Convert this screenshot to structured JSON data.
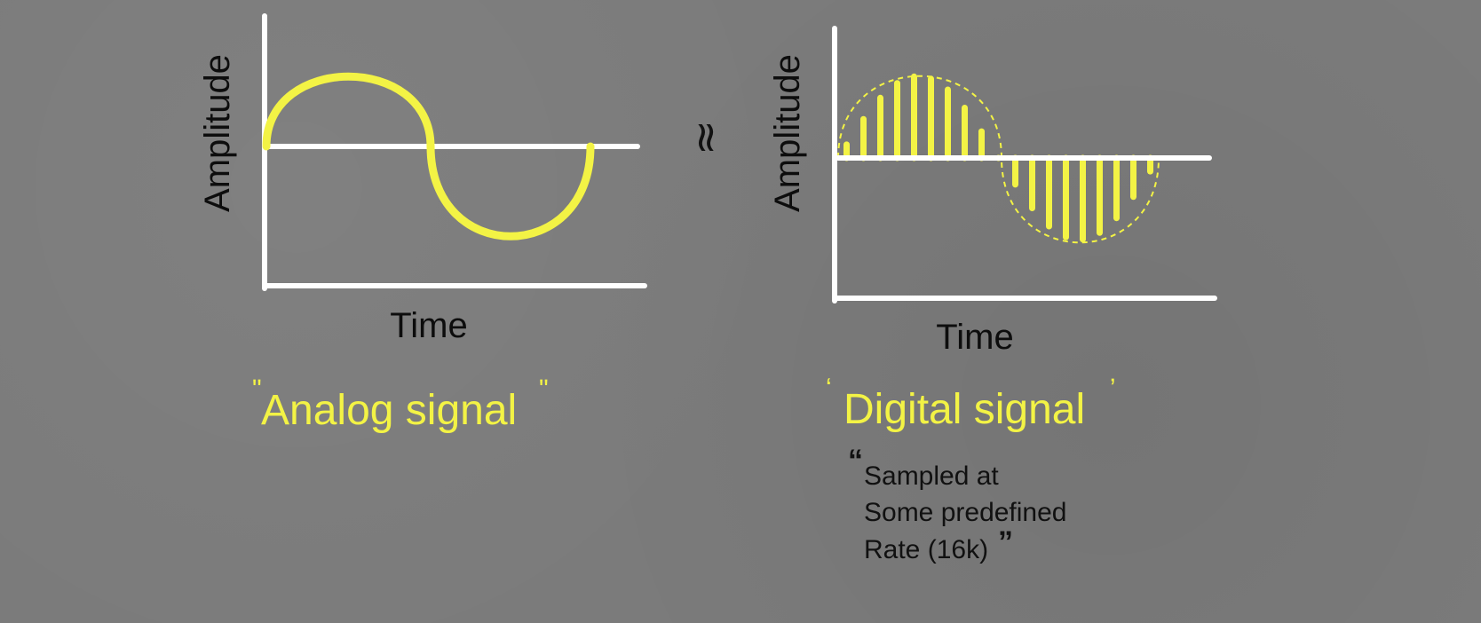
{
  "analog_panel": {
    "y_axis_label": "Amplitude",
    "x_axis_label": "Time",
    "caption": "Analog signal",
    "caption_open_quote": "ʺ",
    "caption_close_quote": "ʺ"
  },
  "relation_symbol": "≈",
  "digital_panel": {
    "y_axis_label": "Amplitude",
    "x_axis_label": "Time",
    "caption": "Digital signal",
    "caption_open_quote": "ʻ",
    "caption_close_quote": "ʼ",
    "note_open_quote": "“",
    "note_lines": [
      "Sampled at",
      "Some predefined",
      "Rate (16k)"
    ],
    "note_close_quote": "”",
    "sample_count": 19
  },
  "colors": {
    "background": "#7b7b7b",
    "signal": "#f3f345",
    "axes": "#ffffff",
    "text": "#111111"
  }
}
